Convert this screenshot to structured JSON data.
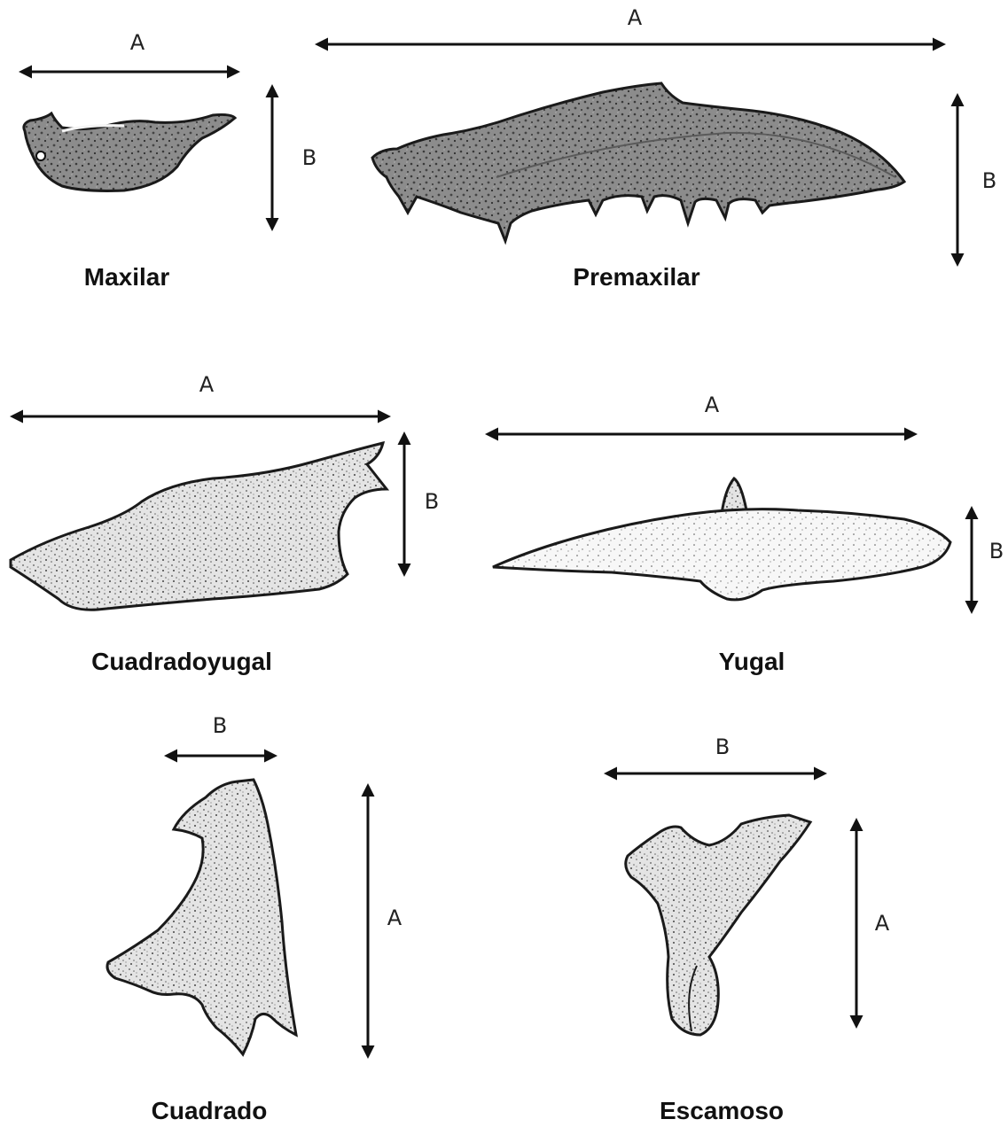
{
  "figure": {
    "dimension_labels": {
      "length": "A",
      "width": "B"
    },
    "bones": [
      {
        "key": "maxilar",
        "name": "Maxilar"
      },
      {
        "key": "premaxilar",
        "name": "Premaxilar"
      },
      {
        "key": "cuadradoyugal",
        "name": "Cuadradoyugal"
      },
      {
        "key": "yugal",
        "name": "Yugal"
      },
      {
        "key": "cuadrado",
        "name": "Cuadrado"
      },
      {
        "key": "escamoso",
        "name": "Escamoso"
      }
    ]
  }
}
